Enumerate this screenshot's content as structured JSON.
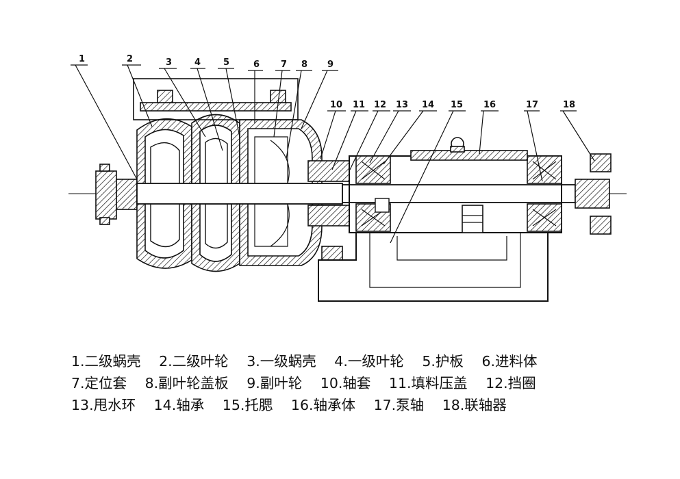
{
  "part_numbers": [
    "1",
    "2",
    "3",
    "4",
    "5",
    "6",
    "7",
    "8",
    "9",
    "10",
    "11",
    "12",
    "13",
    "14",
    "15",
    "16",
    "17",
    "18"
  ],
  "legend": {
    "rows": [
      [
        "1.二级蜗壳",
        "2.二级叶轮",
        "3.一级蜗壳",
        "4.一级叶轮",
        "5.护板",
        "6.进料体"
      ],
      [
        "7.定位套",
        "8.副叶轮盖板",
        "9.副叶轮",
        "10.轴套",
        "11.填料压盖",
        "12.挡圈"
      ],
      [
        "13.甩水环",
        "14.轴承",
        "15.托腮",
        "16.轴承体",
        "17.泵轴",
        "18.联轴器"
      ]
    ]
  },
  "colors": {
    "ink": "#111111",
    "background": "#ffffff"
  }
}
